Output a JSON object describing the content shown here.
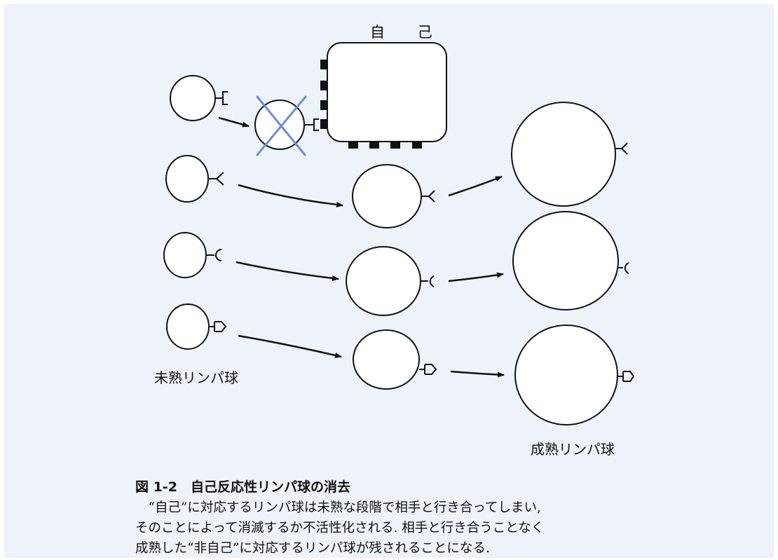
{
  "labels": {
    "self": "自 己",
    "immature": "未熟リンパ球",
    "mature": "成熟リンパ球"
  },
  "caption": {
    "title": "図 1-2　自己反応性リンパ球の消去",
    "lines": [
      "　“自己”に対応するリンパ球は未熟な段階で相手と行き合ってしまい,",
      "そのことによって消滅するか不活性化される. 相手と行き合うことなく",
      "成熟した“非自己”に対応するリンパ球が残されることになる."
    ]
  },
  "colors": {
    "background": "#eef3fa",
    "cross": "#6a8fd0"
  }
}
